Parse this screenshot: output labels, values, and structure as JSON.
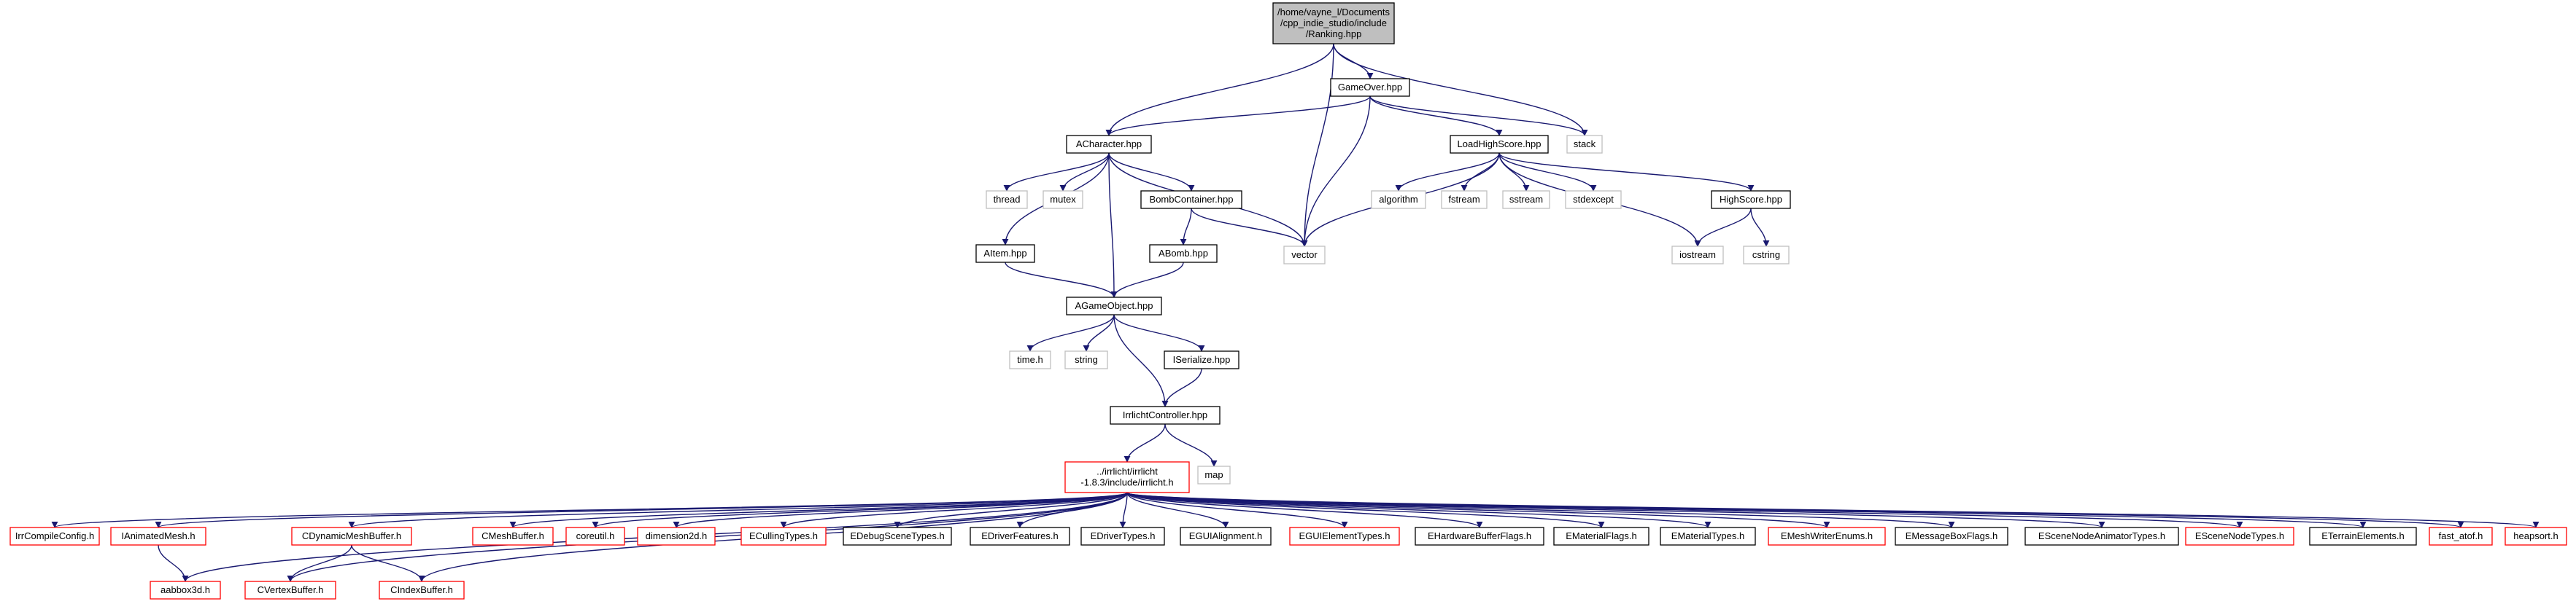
{
  "colors": {
    "edge": "#191970",
    "root_fill": "#bfbfbf",
    "border_documented": "#000000",
    "border_missing": "#ff0000",
    "border_system": "#bfbfbf"
  },
  "nodes": [
    {
      "id": "root",
      "lines": [
        "/home/vayne_l/Documents",
        "/cpp_indie_studio/include",
        "/Ranking.hpp"
      ],
      "kind": "root"
    },
    {
      "id": "gameover",
      "lines": [
        "GameOver.hpp"
      ],
      "kind": "documented"
    },
    {
      "id": "acharacter",
      "lines": [
        "ACharacter.hpp"
      ],
      "kind": "documented"
    },
    {
      "id": "loadhighscore",
      "lines": [
        "LoadHighScore.hpp"
      ],
      "kind": "documented"
    },
    {
      "id": "stack",
      "lines": [
        "stack"
      ],
      "kind": "system"
    },
    {
      "id": "thread",
      "lines": [
        "thread"
      ],
      "kind": "system"
    },
    {
      "id": "mutex",
      "lines": [
        "mutex"
      ],
      "kind": "system"
    },
    {
      "id": "bombcontainer",
      "lines": [
        "BombContainer.hpp"
      ],
      "kind": "documented"
    },
    {
      "id": "algorithm",
      "lines": [
        "algorithm"
      ],
      "kind": "system"
    },
    {
      "id": "fstream",
      "lines": [
        "fstream"
      ],
      "kind": "system"
    },
    {
      "id": "sstream",
      "lines": [
        "sstream"
      ],
      "kind": "system"
    },
    {
      "id": "stdexcept",
      "lines": [
        "stdexcept"
      ],
      "kind": "system"
    },
    {
      "id": "highscore",
      "lines": [
        "HighScore.hpp"
      ],
      "kind": "documented"
    },
    {
      "id": "aitem",
      "lines": [
        "AItem.hpp"
      ],
      "kind": "documented"
    },
    {
      "id": "abomb",
      "lines": [
        "ABomb.hpp"
      ],
      "kind": "documented"
    },
    {
      "id": "vector",
      "lines": [
        "vector"
      ],
      "kind": "system"
    },
    {
      "id": "iostream",
      "lines": [
        "iostream"
      ],
      "kind": "system"
    },
    {
      "id": "cstring",
      "lines": [
        "cstring"
      ],
      "kind": "system"
    },
    {
      "id": "agameobject",
      "lines": [
        "AGameObject.hpp"
      ],
      "kind": "documented"
    },
    {
      "id": "timeh",
      "lines": [
        "time.h"
      ],
      "kind": "system"
    },
    {
      "id": "string",
      "lines": [
        "string"
      ],
      "kind": "system"
    },
    {
      "id": "iserialize",
      "lines": [
        "ISerialize.hpp"
      ],
      "kind": "documented"
    },
    {
      "id": "irrlichtcontroller",
      "lines": [
        "IrrlichtController.hpp"
      ],
      "kind": "documented"
    },
    {
      "id": "irrlichth",
      "lines": [
        "../irrlicht/irrlicht",
        "-1.8.3/include/irrlicht.h"
      ],
      "kind": "missing"
    },
    {
      "id": "map",
      "lines": [
        "map"
      ],
      "kind": "system"
    },
    {
      "id": "irrcompileconfig",
      "lines": [
        "IrrCompileConfig.h"
      ],
      "kind": "missing"
    },
    {
      "id": "ianimatedmesh",
      "lines": [
        "IAnimatedMesh.h"
      ],
      "kind": "missing"
    },
    {
      "id": "cdynamicmeshbuffer",
      "lines": [
        "CDynamicMeshBuffer.h"
      ],
      "kind": "missing"
    },
    {
      "id": "cmeshbuffer",
      "lines": [
        "CMeshBuffer.h"
      ],
      "kind": "missing"
    },
    {
      "id": "coreutil",
      "lines": [
        "coreutil.h"
      ],
      "kind": "missing"
    },
    {
      "id": "dimension2d",
      "lines": [
        "dimension2d.h"
      ],
      "kind": "missing"
    },
    {
      "id": "ecullingtypes",
      "lines": [
        "ECullingTypes.h"
      ],
      "kind": "missing"
    },
    {
      "id": "edebugscenetypes",
      "lines": [
        "EDebugSceneTypes.h"
      ],
      "kind": "documented"
    },
    {
      "id": "edriverfeatures",
      "lines": [
        "EDriverFeatures.h"
      ],
      "kind": "documented"
    },
    {
      "id": "edrivertypes",
      "lines": [
        "EDriverTypes.h"
      ],
      "kind": "documented"
    },
    {
      "id": "eguialignment",
      "lines": [
        "EGUIAlignment.h"
      ],
      "kind": "documented"
    },
    {
      "id": "eguielementtypes",
      "lines": [
        "EGUIElementTypes.h"
      ],
      "kind": "missing"
    },
    {
      "id": "ehardwarebufferflags",
      "lines": [
        "EHardwareBufferFlags.h"
      ],
      "kind": "documented"
    },
    {
      "id": "ematerialflags",
      "lines": [
        "EMaterialFlags.h"
      ],
      "kind": "documented"
    },
    {
      "id": "ematerialtypes",
      "lines": [
        "EMaterialTypes.h"
      ],
      "kind": "documented"
    },
    {
      "id": "emeshwriterenums",
      "lines": [
        "EMeshWriterEnums.h"
      ],
      "kind": "missing"
    },
    {
      "id": "emessageboxflags",
      "lines": [
        "EMessageBoxFlags.h"
      ],
      "kind": "documented"
    },
    {
      "id": "escenenodeanimatortypes",
      "lines": [
        "ESceneNodeAnimatorTypes.h"
      ],
      "kind": "documented"
    },
    {
      "id": "escenenodetypes",
      "lines": [
        "ESceneNodeTypes.h"
      ],
      "kind": "missing"
    },
    {
      "id": "eterrainelements",
      "lines": [
        "ETerrainElements.h"
      ],
      "kind": "documented"
    },
    {
      "id": "fastatof",
      "lines": [
        "fast_atof.h"
      ],
      "kind": "missing"
    },
    {
      "id": "heapsort",
      "lines": [
        "heapsort.h"
      ],
      "kind": "missing"
    },
    {
      "id": "aabbox3d",
      "lines": [
        "aabbox3d.h"
      ],
      "kind": "missing"
    },
    {
      "id": "cvertexbuffer",
      "lines": [
        "CVertexBuffer.h"
      ],
      "kind": "missing"
    },
    {
      "id": "cindexbuffer",
      "lines": [
        "CIndexBuffer.h"
      ],
      "kind": "missing"
    }
  ],
  "edges": [
    [
      "root",
      "gameover"
    ],
    [
      "root",
      "acharacter"
    ],
    [
      "root",
      "stack"
    ],
    [
      "root",
      "vector"
    ],
    [
      "gameover",
      "acharacter"
    ],
    [
      "gameover",
      "loadhighscore"
    ],
    [
      "gameover",
      "stack"
    ],
    [
      "gameover",
      "vector"
    ],
    [
      "acharacter",
      "thread"
    ],
    [
      "acharacter",
      "mutex"
    ],
    [
      "acharacter",
      "bombcontainer"
    ],
    [
      "acharacter",
      "aitem"
    ],
    [
      "acharacter",
      "agameobject"
    ],
    [
      "acharacter",
      "vector"
    ],
    [
      "loadhighscore",
      "algorithm"
    ],
    [
      "loadhighscore",
      "fstream"
    ],
    [
      "loadhighscore",
      "sstream"
    ],
    [
      "loadhighscore",
      "stdexcept"
    ],
    [
      "loadhighscore",
      "highscore"
    ],
    [
      "loadhighscore",
      "iostream"
    ],
    [
      "loadhighscore",
      "vector"
    ],
    [
      "highscore",
      "iostream"
    ],
    [
      "highscore",
      "cstring"
    ],
    [
      "bombcontainer",
      "abomb"
    ],
    [
      "bombcontainer",
      "vector"
    ],
    [
      "aitem",
      "agameobject"
    ],
    [
      "abomb",
      "agameobject"
    ],
    [
      "agameobject",
      "timeh"
    ],
    [
      "agameobject",
      "string"
    ],
    [
      "agameobject",
      "iserialize"
    ],
    [
      "agameobject",
      "irrlichtcontroller"
    ],
    [
      "iserialize",
      "irrlichtcontroller"
    ],
    [
      "irrlichtcontroller",
      "irrlichth"
    ],
    [
      "irrlichtcontroller",
      "map"
    ],
    [
      "irrlichth",
      "irrcompileconfig"
    ],
    [
      "irrlichth",
      "ianimatedmesh"
    ],
    [
      "irrlichth",
      "cdynamicmeshbuffer"
    ],
    [
      "irrlichth",
      "cmeshbuffer"
    ],
    [
      "irrlichth",
      "coreutil"
    ],
    [
      "irrlichth",
      "dimension2d"
    ],
    [
      "irrlichth",
      "ecullingtypes"
    ],
    [
      "irrlichth",
      "edebugscenetypes"
    ],
    [
      "irrlichth",
      "edriverfeatures"
    ],
    [
      "irrlichth",
      "edrivertypes"
    ],
    [
      "irrlichth",
      "eguialignment"
    ],
    [
      "irrlichth",
      "eguielementtypes"
    ],
    [
      "irrlichth",
      "ehardwarebufferflags"
    ],
    [
      "irrlichth",
      "ematerialflags"
    ],
    [
      "irrlichth",
      "ematerialtypes"
    ],
    [
      "irrlichth",
      "emeshwriterenums"
    ],
    [
      "irrlichth",
      "emessageboxflags"
    ],
    [
      "irrlichth",
      "escenenodeanimatortypes"
    ],
    [
      "irrlichth",
      "escenenodetypes"
    ],
    [
      "irrlichth",
      "eterrainelements"
    ],
    [
      "irrlichth",
      "fastatof"
    ],
    [
      "irrlichth",
      "heapsort"
    ],
    [
      "irrlichth",
      "aabbox3d"
    ],
    [
      "irrlichth",
      "cvertexbuffer"
    ],
    [
      "irrlichth",
      "cindexbuffer"
    ],
    [
      "ianimatedmesh",
      "aabbox3d"
    ],
    [
      "cdynamicmeshbuffer",
      "cvertexbuffer"
    ],
    [
      "cdynamicmeshbuffer",
      "cindexbuffer"
    ]
  ]
}
